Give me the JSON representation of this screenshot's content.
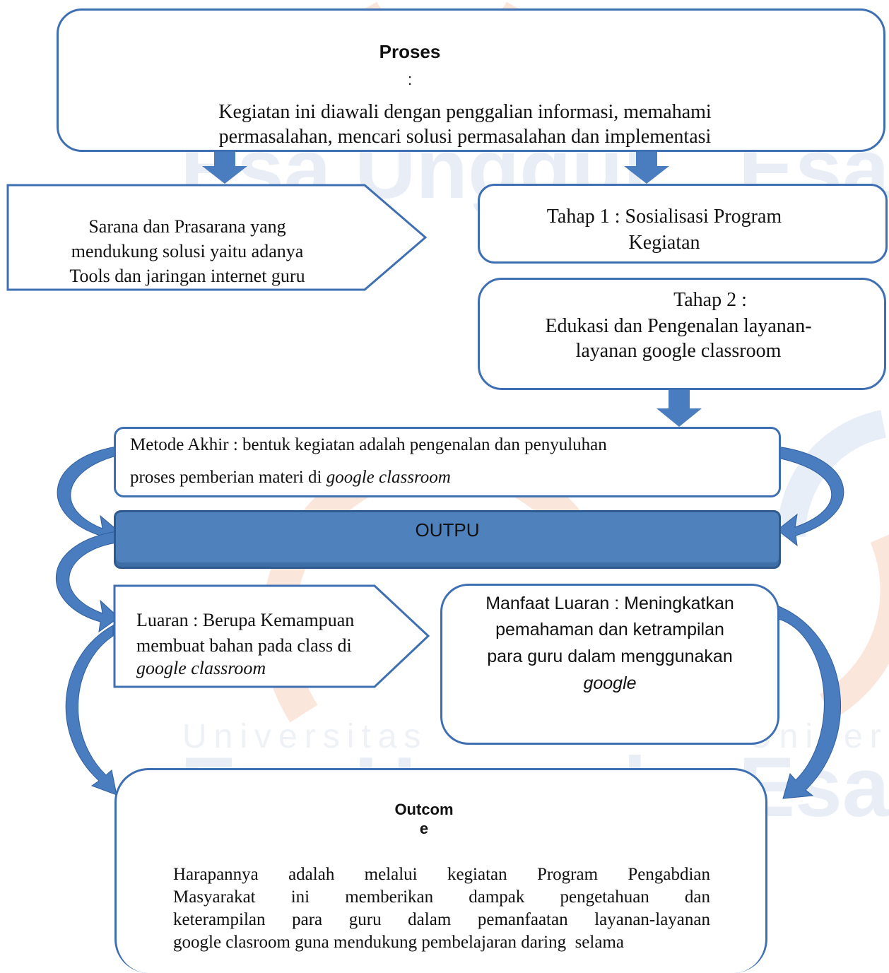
{
  "watermark": {
    "brand_top": "Esa Unggul",
    "brand_bottom": "Esa Unggul",
    "brand_right_top": "Esa",
    "brand_right_bottom": "Esa",
    "univ_left": "Universitas",
    "univ_right": "Universi"
  },
  "proses": {
    "title": "Proses",
    "colon": ":",
    "line1": "Kegiatan ini diawali dengan penggalian informasi, memahami",
    "line2": "permasalahan, mencari solusi permasalahan dan implementasi"
  },
  "sarana": {
    "line1": "Sarana dan Prasarana yang",
    "line2": "mendukung solusi yaitu adanya",
    "line3": "Tools dan jaringan internet guru"
  },
  "tahap1": {
    "line1": "Tahap 1 : Sosialisasi Program",
    "line2": "Kegiatan"
  },
  "tahap2": {
    "line1": "Tahap 2 :",
    "line2": "Edukasi dan Pengenalan layanan-",
    "line3": "layanan google classroom"
  },
  "metode": {
    "line1": "Metode Akhir : bentuk kegiatan adalah pengenalan dan penyuluhan",
    "line2_prefix": "proses pemberian materi di ",
    "line2_italic": "google classroom"
  },
  "output": {
    "label": "OUTPU"
  },
  "luaran": {
    "line1": "Luaran : Berupa Kemampuan",
    "line2": "membuat bahan pada class di",
    "line3_italic": "google classroom"
  },
  "manfaat": {
    "line1": "Manfaat Luaran : Meningkatkan",
    "line2": "pemahaman dan ketrampilan",
    "line3": "para guru dalam menggunakan",
    "line4_italic": "google"
  },
  "outcome": {
    "title1": "Outcom",
    "title2": "e",
    "line1": "Harapannya adalah melalui kegiatan Program Pengabdian",
    "line2": "Masyarakat ini memberikan dampak pengetahuan dan",
    "line3": "keterampilan para guru dalam pemanfaatan layanan-layanan",
    "line4": "google clasroom guna mendukung pembelajaran daring  selama"
  },
  "colors": {
    "border": "#3f6fb3",
    "arrow_fill": "#4a7cc0",
    "output_fill": "#4f81bd",
    "watermark": "#e9eef6"
  }
}
